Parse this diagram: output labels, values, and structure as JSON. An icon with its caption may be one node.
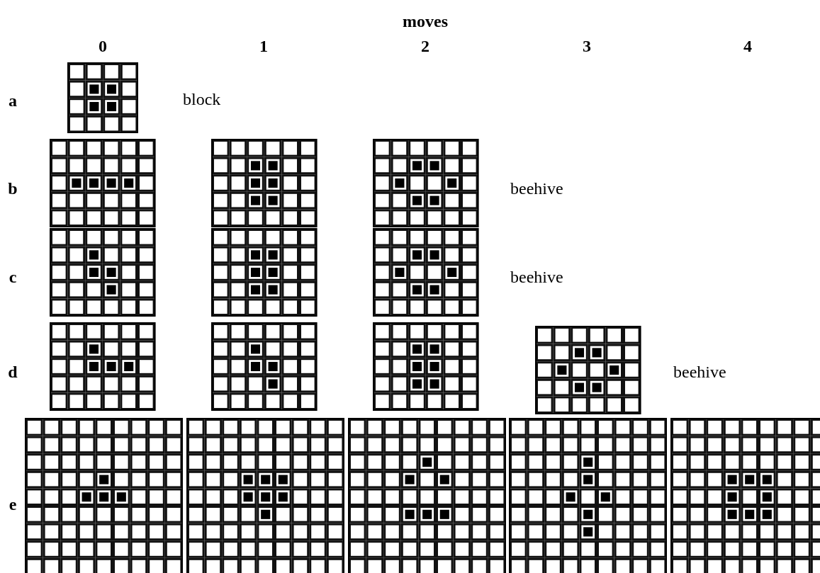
{
  "diagram": {
    "labels": [
      "moves",
      "0",
      "1",
      "2",
      "3",
      "4",
      "a",
      "block",
      "b",
      "beehive",
      "c",
      "beehive",
      "d",
      "beehive",
      "e"
    ]
  }
}
